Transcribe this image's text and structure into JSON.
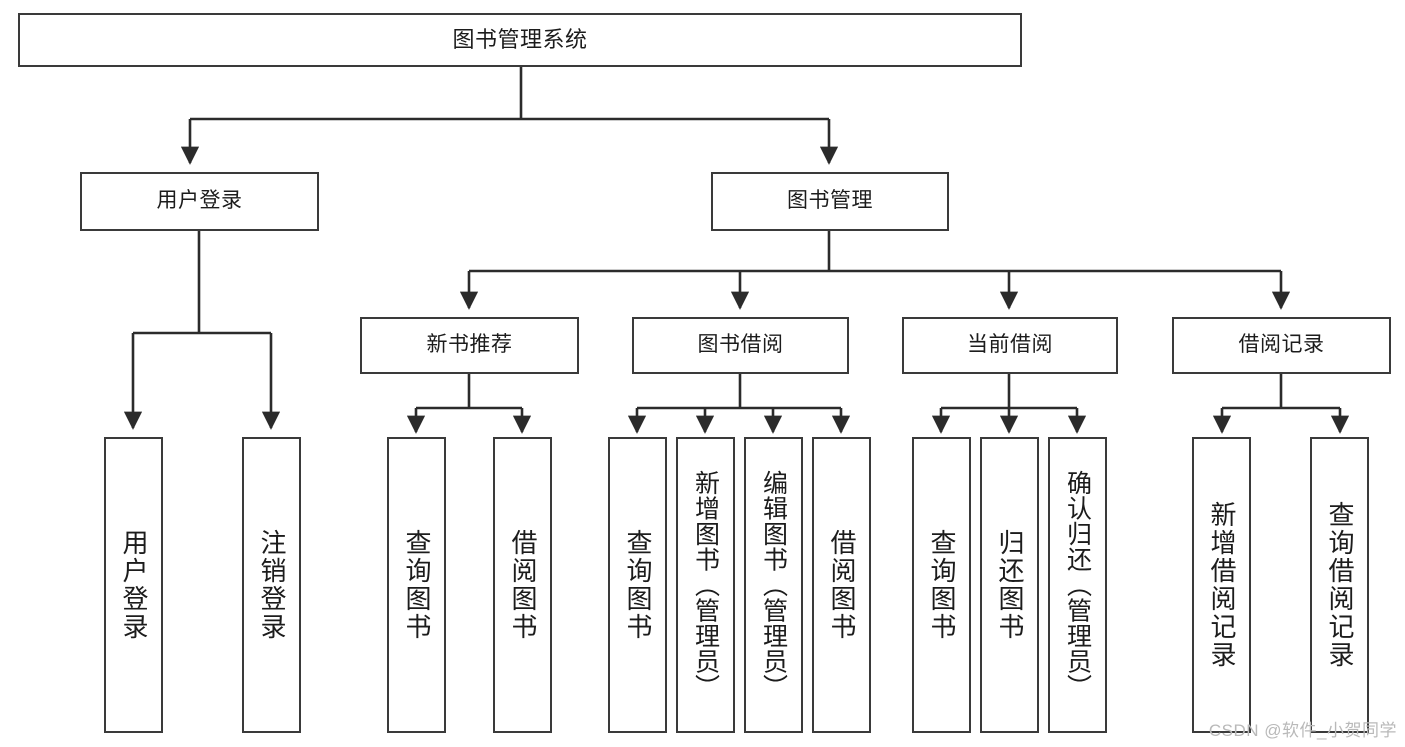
{
  "diagram": {
    "title": "图书管理系统",
    "type": "hierarchy-tree",
    "style": {
      "box_border": "#3a3a3a",
      "box_fill": "#ffffff",
      "line": "#2b2b2b",
      "text": "#1c1c1c",
      "background": "#ffffff",
      "watermark": "#b9b9b9"
    },
    "nodes": {
      "root": {
        "label": "图书管理系统"
      },
      "level2": [
        {
          "label": "用户登录"
        },
        {
          "label": "图书管理"
        }
      ],
      "level3": [
        {
          "label": "新书推荐"
        },
        {
          "label": "图书借阅"
        },
        {
          "label": "当前借阅"
        },
        {
          "label": "借阅记录"
        }
      ],
      "leaves_user_login": [
        {
          "label": "用户登录"
        },
        {
          "label": "注销登录"
        }
      ],
      "leaves_new_book": [
        {
          "label": "查询图书"
        },
        {
          "label": "借阅图书"
        }
      ],
      "leaves_borrow": [
        {
          "label": "查询图书"
        },
        {
          "label": "新增图书（管理员）"
        },
        {
          "label": "编辑图书（管理员）"
        },
        {
          "label": "借阅图书"
        }
      ],
      "leaves_current": [
        {
          "label": "查询图书"
        },
        {
          "label": "归还图书"
        },
        {
          "label": "确认归还（管理员）"
        }
      ],
      "leaves_record": [
        {
          "label": "新增借阅记录"
        },
        {
          "label": "查询借阅记录"
        }
      ]
    },
    "watermark": "CSDN @软件_小贺同学"
  }
}
